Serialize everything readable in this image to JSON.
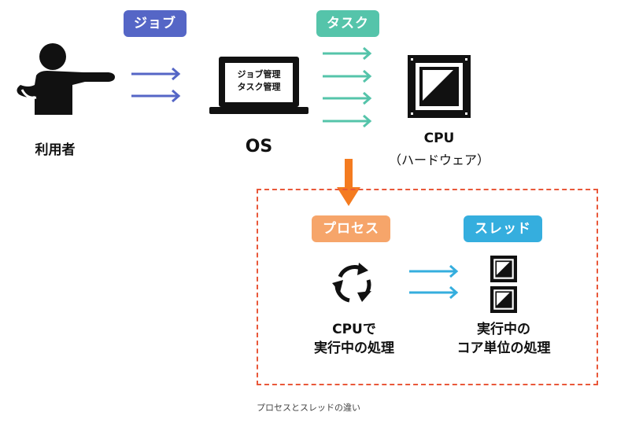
{
  "badges": {
    "job": "ジョブ",
    "task": "タスク",
    "process": "プロセス",
    "thread": "スレッド"
  },
  "labels": {
    "user": "利用者",
    "os": "OS",
    "cpu": "CPU",
    "hardware": "（ハードウェア）",
    "screen_line1": "ジョブ管理",
    "screen_line2": "タスク管理",
    "process_desc_line1": "CPUで",
    "process_desc_line2": "実行中の処理",
    "thread_desc_line1": "実行中の",
    "thread_desc_line2": "コア単位の処理",
    "caption": "プロセスとスレッドの違い"
  },
  "colors": {
    "job_badge": "#5566c6",
    "task_badge": "#55c4aa",
    "process_badge": "#f6a56a",
    "thread_badge": "#35aede",
    "job_arrow": "#5566c6",
    "task_arrow": "#55c4aa",
    "thread_arrow": "#35aede",
    "down_arrow": "#f47b20",
    "dash_border": "#e9583a"
  },
  "icons": {
    "user": "person-pointing-icon",
    "os": "laptop-icon",
    "cpu": "cpu-chip-icon",
    "process": "cycle-arrows-icon",
    "thread": "cpu-chip-icon"
  }
}
